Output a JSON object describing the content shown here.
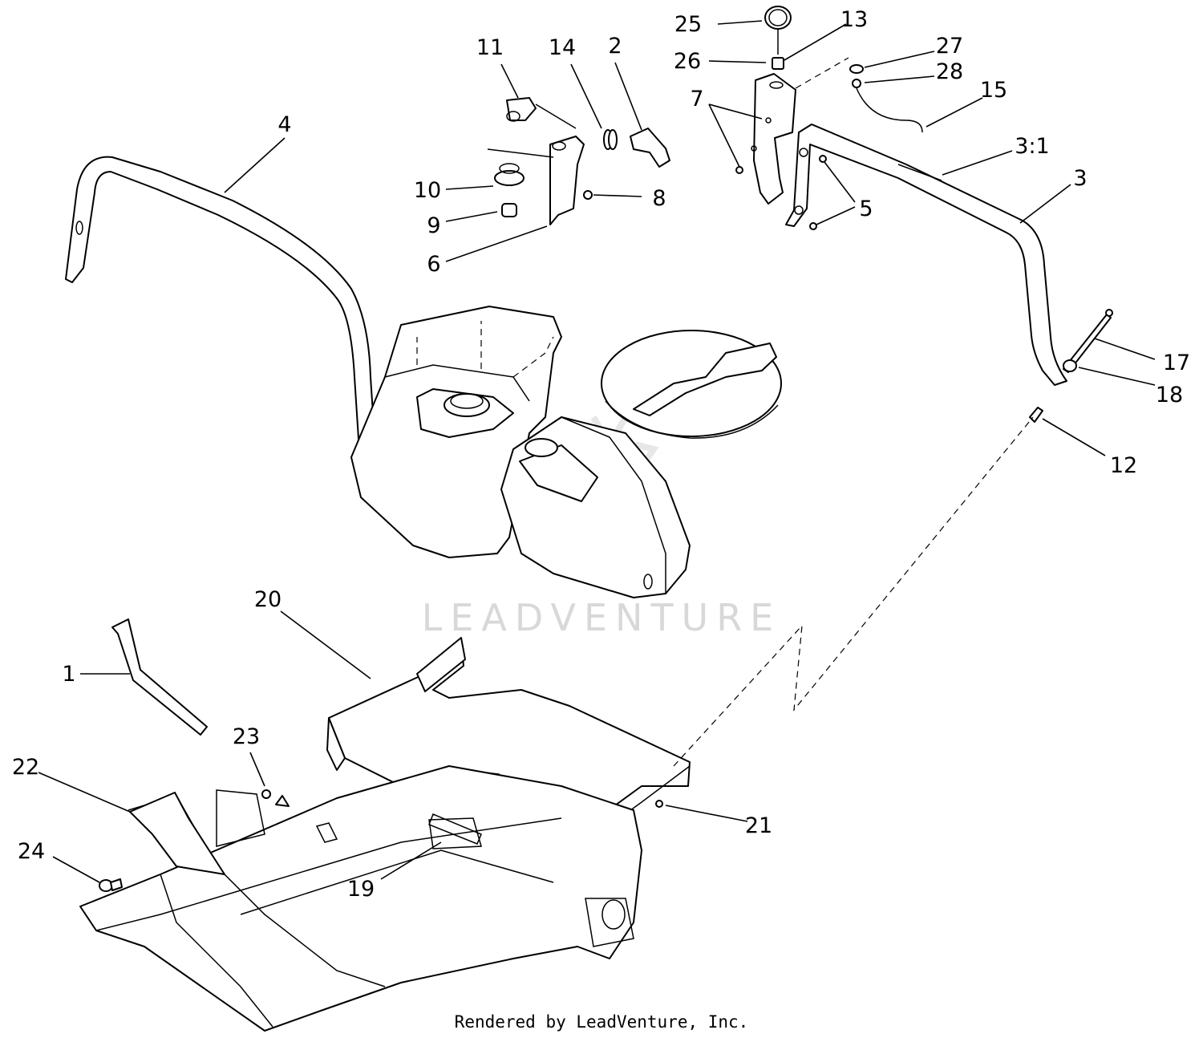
{
  "watermark": "LEADVENTURE",
  "footer": "Rendered by LeadVenture, Inc.",
  "callouts": [
    "1",
    "2",
    "3",
    "3:1",
    "4",
    "5",
    "6",
    "7",
    "8",
    "9",
    "10",
    "11",
    "12",
    "13",
    "14",
    "15",
    "17",
    "18",
    "19",
    "20",
    "21",
    "22",
    "23",
    "24",
    "25",
    "26",
    "27",
    "28"
  ]
}
